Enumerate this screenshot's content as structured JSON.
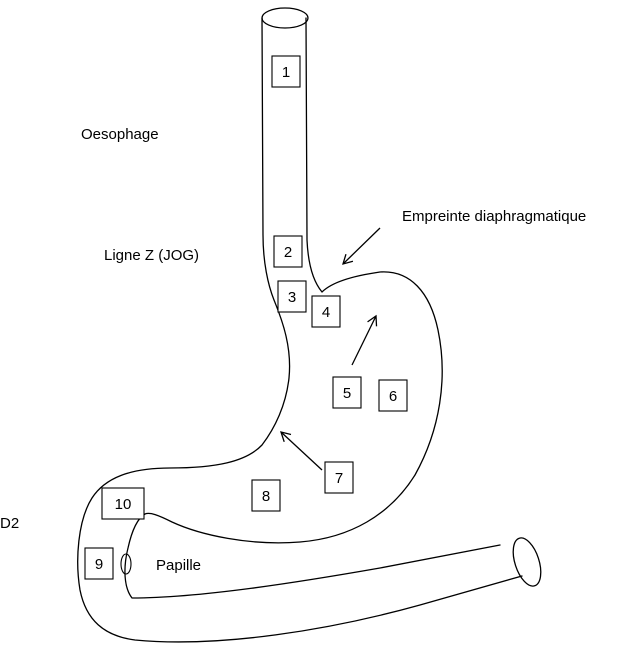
{
  "labels": {
    "oesophage": "Oesophage",
    "ligne_z": "Ligne Z (JOG)",
    "empreinte": "Empreinte diaphragmatique",
    "papille": "Papille",
    "d2": "D2"
  },
  "sites": [
    "1",
    "2",
    "3",
    "4",
    "5",
    "6",
    "7",
    "8",
    "9",
    "10"
  ],
  "colors": {
    "stroke": "#000000",
    "background": "#ffffff"
  }
}
